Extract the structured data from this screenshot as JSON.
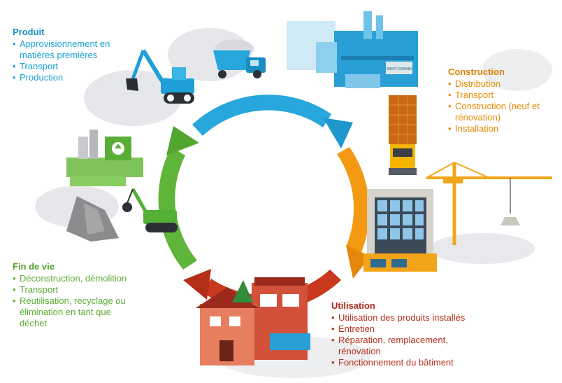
{
  "colors": {
    "produit": "#1aa0d6",
    "construction": "#e58a00",
    "fin_de_vie": "#5cae37",
    "utilisation": "#b5311c"
  },
  "stages": {
    "produit": {
      "title": "Produit",
      "items": [
        "Approvisionnement en matières premières",
        "Transport",
        "Production"
      ]
    },
    "construction": {
      "title": "Construction",
      "items": [
        "Distribution",
        "Transport",
        "Construction (neuf et rénovation)",
        "Installation"
      ]
    },
    "fin_de_vie": {
      "title": "Fin de vie",
      "items": [
        "Déconstruction, démolition",
        "Transport",
        "Réutilisation, recyclage ou élimination en tant que déchet"
      ]
    },
    "utilisation": {
      "title": "Utilisation",
      "items": [
        "Utilisation des produits installés",
        "Entretien",
        "Réparation, remplacement, rénovation",
        "Fonctionnement du bâtiment"
      ]
    }
  },
  "illustrations": {
    "factory_sign": "SAINT-GOBAIN",
    "icons": [
      "excavator-icon",
      "dump-truck-icon",
      "factory-icon",
      "delivery-truck-icon",
      "crane-icon",
      "building-icon",
      "houses-icon",
      "demolition-excavator-icon",
      "recycling-plant-icon"
    ]
  }
}
